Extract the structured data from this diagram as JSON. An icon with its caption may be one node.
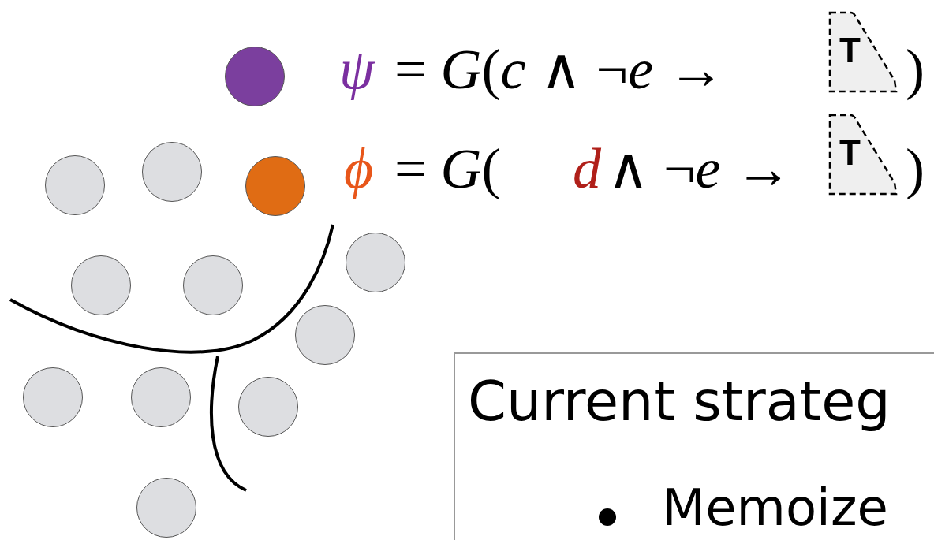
{
  "diagram": {
    "nodes": [
      {
        "text": [],
        "shape": "circle"
      },
      {
        "text": [
          "T"
        ]
      },
      {
        "text": [],
        "shape": "circle"
      },
      {
        "text": [],
        "shape": "circle"
      },
      {
        "text": [],
        "shape": "circle"
      },
      {
        "text": [
          "T"
        ]
      },
      {
        "text": [],
        "shape": "circle"
      },
      {
        "text": [],
        "shape": "circle"
      },
      {
        "text": [],
        "shape": "circle"
      },
      {
        "text": [],
        "shape": "circle"
      },
      {
        "text": [],
        "shape": "circle"
      },
      {
        "text": [],
        "shape": "circle"
      },
      {
        "text": [],
        "shape": "circle"
      },
      {
        "text": [
          "Current strateg",
          "Memoize"
        ]
      },
      {
        "text": [],
        "shape": "circle"
      }
    ],
    "edges": [],
    "labels": [
      "ψ",
      "= *G*(*c* ∧ ¬*e* →",
      ")",
      "ϕ",
      "= *G*(",
      "*d*",
      "∧ ¬*e* →",
      ")"
    ]
  }
}
